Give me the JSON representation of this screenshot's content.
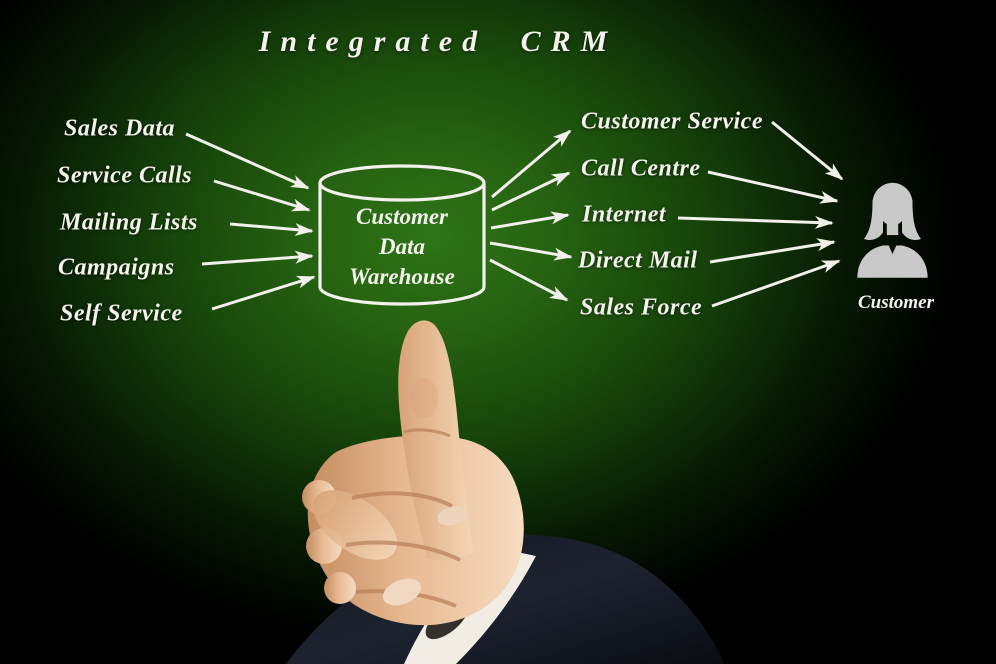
{
  "title": "Integrated CRM",
  "warehouse": {
    "line1": "Customer",
    "line2": "Data",
    "line3": "Warehouse"
  },
  "inputs": [
    {
      "label": "Sales Data"
    },
    {
      "label": "Service Calls"
    },
    {
      "label": "Mailing Lists"
    },
    {
      "label": "Campaigns"
    },
    {
      "label": "Self Service"
    }
  ],
  "channels": [
    {
      "label": "Customer Service"
    },
    {
      "label": "Call Centre"
    },
    {
      "label": "Internet"
    },
    {
      "label": "Direct Mail"
    },
    {
      "label": "Sales Force"
    }
  ],
  "customer": {
    "label": "Customer"
  },
  "icons": {
    "warehouse": "database-cylinder-icon",
    "customer": "female-person-icon",
    "foreground": "pointing-hand-photo"
  },
  "colors": {
    "background_glow": "#2e7417",
    "background_edge": "#000000",
    "text": "#f4f3ed",
    "arrow": "#f1f0ea",
    "person_icon": "#c9c9c9"
  }
}
